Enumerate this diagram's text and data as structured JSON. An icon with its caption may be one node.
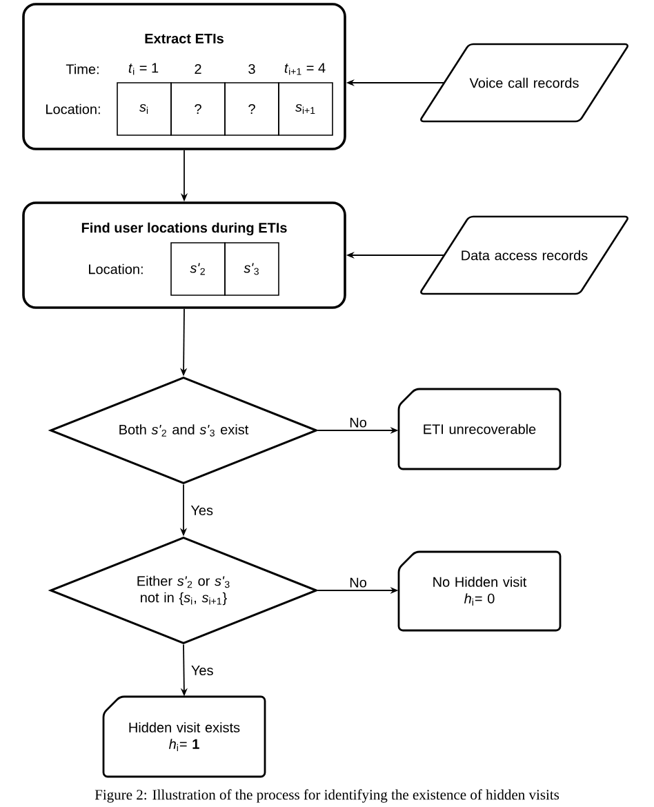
{
  "diagram": {
    "caption": "Figure 2: Illustration of the process for identifying the existence of hidden visits",
    "nodes": [
      {
        "text": [
          "Extract ETIs"
        ]
      },
      {
        "text": [
          "Voice call records"
        ]
      },
      {
        "text": [
          "Find user locations during ETIs"
        ]
      },
      {
        "text": [
          "Data access records"
        ]
      },
      {
        "text": [
          "Both *s'*$_{2}$ and *s'*$_{3}$ exist"
        ]
      },
      {
        "text": [
          "ETI unrecoverable"
        ]
      },
      {
        "text": [
          "Either *s'*$_{2}$ or *s'*$_{3}$ not in {*s*$_{i}$, *s*$_{i+1}$}"
        ]
      },
      {
        "text": [
          "No Hidden visit",
          "*h*$_{i}$= 0"
        ]
      },
      {
        "text": [
          "Hidden visit exists",
          "*h*$_{i}$= **1**"
        ]
      }
    ],
    "edges": [
      {
        "from": 1,
        "to": 0,
        "arrow": "to"
      },
      {
        "from": 0,
        "to": 2,
        "arrow": "to"
      },
      {
        "from": 3,
        "to": 2,
        "arrow": "to"
      },
      {
        "from": 2,
        "to": 4,
        "arrow": "to"
      },
      {
        "from": 4,
        "to": 5,
        "arrow": "to",
        "label": "No"
      },
      {
        "from": 4,
        "to": 6,
        "arrow": "to",
        "label": "Yes"
      },
      {
        "from": 6,
        "to": 7,
        "arrow": "to",
        "label": "No"
      },
      {
        "from": 6,
        "to": 8,
        "arrow": "to",
        "label": "Yes"
      }
    ],
    "labels": [
      "Time:",
      "*t*$_{i}$ = 1",
      "2",
      "3",
      "*t*$_{i+1}$ = 4",
      "Location:",
      "*s*$_{i}$",
      "?",
      "?",
      "*s*$_{i+1}$",
      "Location:",
      "*s'*$_{2}$",
      "*s'*$_{3}$"
    ]
  }
}
